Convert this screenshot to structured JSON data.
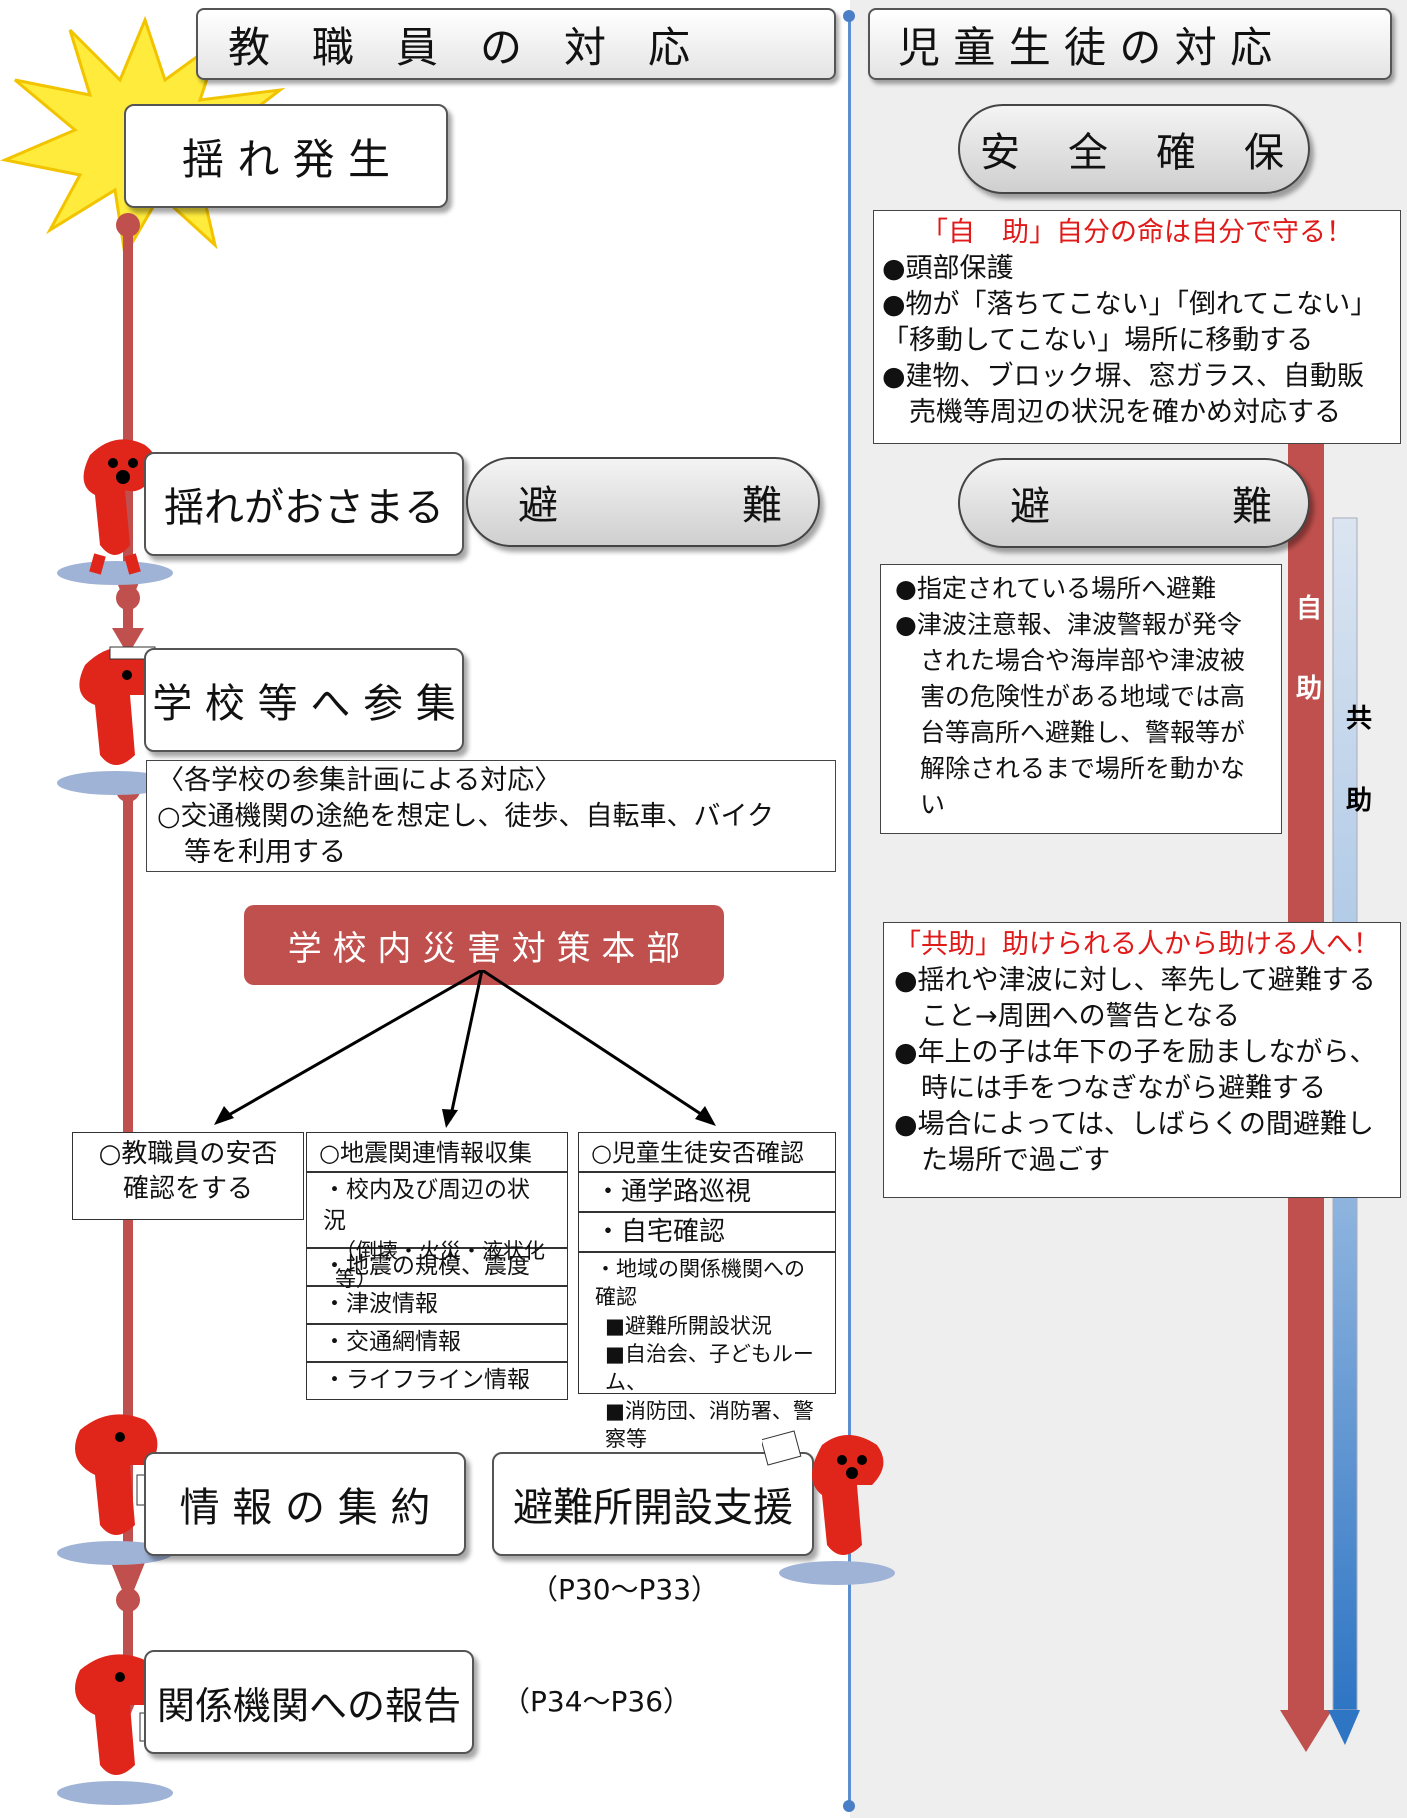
{
  "headers": {
    "staff": "教　職　員　の　対　応",
    "students": "児 童 生 徒 の 対 応"
  },
  "staff_flow": {
    "quake": "揺 れ 発 生",
    "calm": "揺れがおさまる",
    "evac": {
      "a": "避",
      "b": "難"
    },
    "assemble": "学 校 等 へ 参 集",
    "assemble_note": [
      "〈各学校の参集計画による対応〉",
      "○交通機関の途絶を想定し、徒歩、自転車、バイク",
      "　等を利用する"
    ],
    "hq": "学 校 内 災 害 対 策 本 部",
    "staff_safety": [
      "○教職員の安否",
      "確認をする"
    ],
    "info_collect": {
      "title": "○地震関連情報収集",
      "items": [
        "・校内及び周辺の状況",
        "（倒壊・火災・液状化等）",
        "・地震の規模、震度",
        "・津波情報",
        "・交通網情報",
        "・ライフライン情報"
      ]
    },
    "student_safety": {
      "title": "○児童生徒安否確認",
      "items": [
        "・通学路巡視",
        "・自宅確認",
        "・地域の関係機関への確認",
        "■避難所開設状況",
        "■自治会、子どもルーム、",
        "■消防団、消防署、警察等"
      ]
    },
    "info_gather": "情 報 の 集 約",
    "shelter_support": "避難所開設支援",
    "page_ref1": "（P30～P33）",
    "report": "関係機関への報告",
    "page_ref2": "（P34～P36）"
  },
  "student_flow": {
    "safety": "安　全　確　保",
    "self_help": {
      "title": "「自　助」自分の命は自分で守る！",
      "lines": [
        "●頭部保護",
        "●物が「落ちてこない」「倒れてこない」",
        "「移動してこない」場所に移動する",
        "●建物、ブロック塀、窓ガラス、自動販",
        "　売機等周辺の状況を確かめ対応する"
      ]
    },
    "evac": {
      "a": "避",
      "b": "難"
    },
    "evac_note": [
      "●指定されている場所へ避難",
      "●津波注意報、津波警報が発令",
      "　された場合や海岸部や津波被",
      "　害の危険性がある地域では高",
      "　台等高所へ避難し、警報等が",
      "　解除されるまで場所を動かな",
      "　い"
    ],
    "mutual": {
      "title": "「共助」助けられる人から助ける人へ！",
      "lines": [
        "●揺れや津波に対し、率先して避難する",
        "　こと→周囲への警告となる",
        "●年上の子は年下の子を励ましながら、",
        "　時には手をつなぎながら避難する",
        "●場合によっては、しばらくの間避難し",
        "　た場所で過ごす"
      ]
    },
    "bar_self": [
      "自",
      "助"
    ],
    "bar_mutual": [
      "共",
      "助"
    ]
  },
  "colors": {
    "bar_red": "#c0504d",
    "hq_red": "#c0504d",
    "bar_blue_top": "#dbe5f1",
    "bar_blue_bottom": "#2e75c4",
    "mascot_red": "#e0261a",
    "divider_blue": "#5b8fd0"
  },
  "icons": [
    "mascot-icon"
  ]
}
